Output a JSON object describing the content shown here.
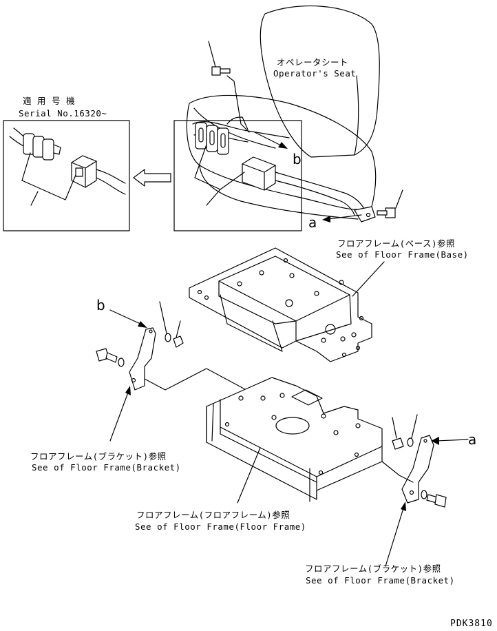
{
  "labels": {
    "seat_jp": "オペレータシート",
    "seat_en": "Operator's Seat",
    "serial_jp": "適 用 号 機",
    "serial_en": "Serial No.16320~",
    "callout_a": "a",
    "callout_b": "b",
    "base_jp": "フロアフレーム(ベース)参照",
    "base_en": "See of Floor Frame(Base)",
    "bracket_left_jp": "フロアフレーム(ブラケット)参照",
    "bracket_left_en": "See of Floor Frame(Bracket)",
    "floor_jp": "フロアフレーム(フロアフレーム)参照",
    "floor_en": "See of Floor Frame(Floor Frame)",
    "bracket_right_jp": "フロアフレーム(ブラケット)参照",
    "bracket_right_en": "See of Floor Frame(Bracket)",
    "drawing_code": "PDK3810"
  }
}
